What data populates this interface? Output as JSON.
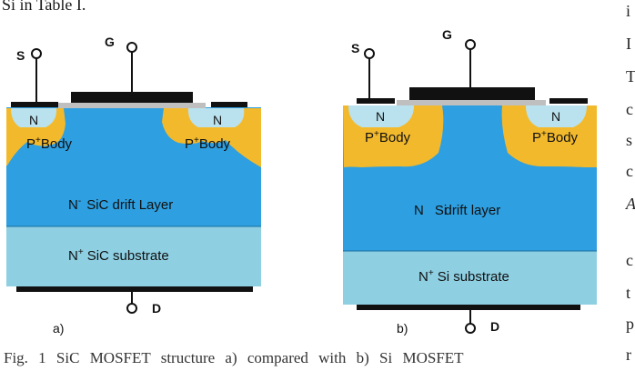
{
  "page": {
    "top_text": "Si in Table I.",
    "caption": "Fig. 1 SiC MOSFET structure a) compared with b) Si MOSFET",
    "right_margin_letters": [
      "i",
      "I",
      "T",
      "c",
      "s",
      "c",
      "A",
      "c",
      "t",
      "p",
      "r"
    ]
  },
  "figure": {
    "colors": {
      "drift": "#2e9fe0",
      "substrate": "#8ecfe2",
      "body": "#f3b92c",
      "n_region": "#b9e2ee",
      "metal": "#111111",
      "oxide": "#bfbfbf"
    },
    "a": {
      "label": "a)",
      "source": "S",
      "gate": "G",
      "drain": "D",
      "n_left": "N",
      "n_right": "N",
      "body_left": "P",
      "body_right": "P",
      "body_sup": "+",
      "body_word": "Body",
      "drift_prefix": "N",
      "drift_sup": "-",
      "drift_text": "SiC drift Layer",
      "sub_prefix": "N",
      "sub_sup": "+",
      "sub_text": "SiC substrate"
    },
    "b": {
      "label": "b)",
      "source": "S",
      "gate": "G",
      "drain": "D",
      "n_left": "N",
      "n_right": "N",
      "body_left": "P",
      "body_right": "P",
      "body_sup": "+",
      "body_word": "Body",
      "drift_prefix": "N",
      "drift_mid": "Si",
      "drift_sup": "-",
      "drift_text": "drift layer",
      "sub_prefix": "N",
      "sub_sup": "+",
      "sub_text": "Si substrate"
    }
  }
}
